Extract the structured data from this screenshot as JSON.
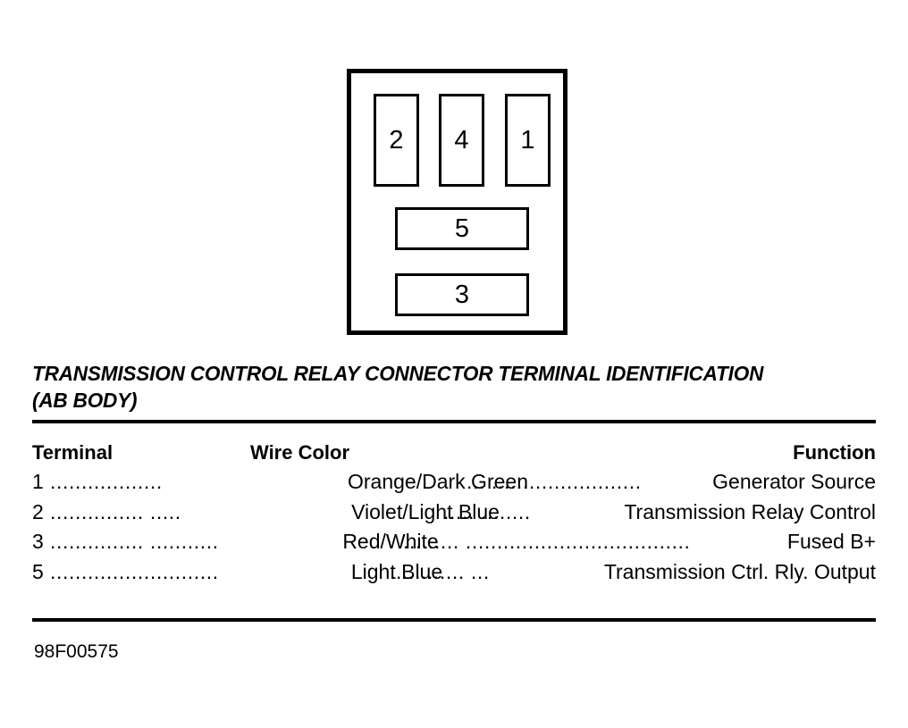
{
  "diagram": {
    "title_lines": [
      "TRANSMISSION CONTROL RELAY CONNECTOR TERMINAL IDENTIFICATION",
      "(AB BODY)"
    ],
    "connector": {
      "top_row": [
        "2",
        "4",
        "1"
      ],
      "bottom_rows": [
        "5",
        "3"
      ]
    }
  },
  "table": {
    "headers": {
      "terminal": "Terminal",
      "wire_color": "Wire Color",
      "function": "Function"
    },
    "rows": [
      {
        "terminal": "1",
        "leader1": "..................",
        "wire_color": "Orange/Dark Green",
        "leader2": "... ........................",
        "function": "Generator Source"
      },
      {
        "terminal": "2",
        "leader1": "............... .....",
        "wire_color": "Violet/Light Blue",
        "leader2": "..... ........",
        "function": "Transmission Relay Control"
      },
      {
        "terminal": "3",
        "leader1": "............... ...........",
        "wire_color": "Red/White",
        "leader2": ".......... ....................................",
        "function": "Fused B+"
      },
      {
        "terminal": "5",
        "leader1": "...........................",
        "wire_color": "Light Blue",
        "leader2": "............ ...",
        "function": "Transmission Ctrl. Rly. Output"
      }
    ]
  },
  "footer": {
    "figure_code": "98F00575"
  }
}
